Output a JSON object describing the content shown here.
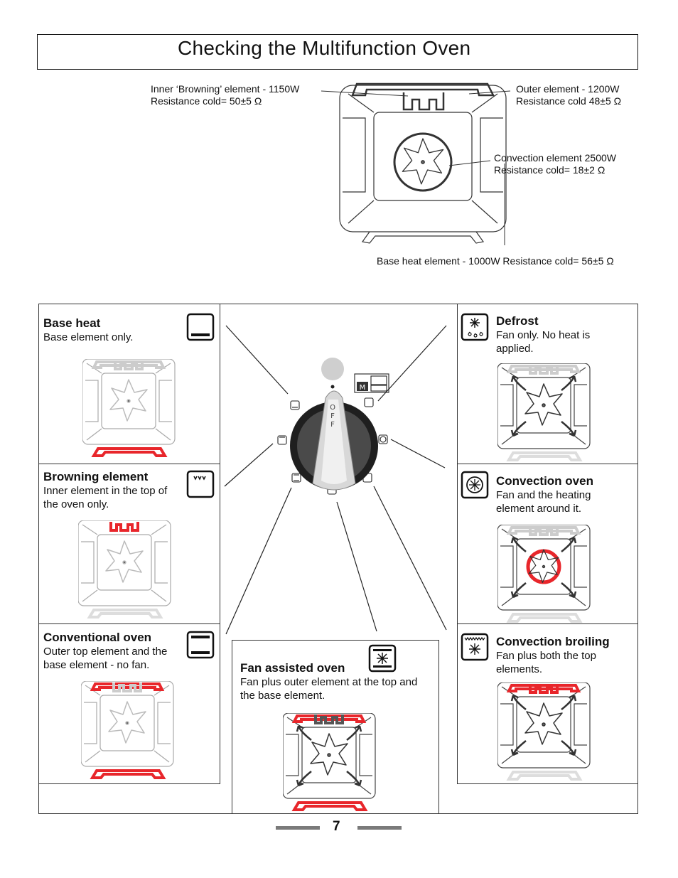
{
  "page": {
    "title": "Checking the Multifunction Oven",
    "number": "7"
  },
  "diagram": {
    "inner_element": {
      "line1": "Inner ‘Browning’ element - 1150W",
      "line2": "Resistance cold= 50±5 Ω"
    },
    "outer_element": {
      "line1": "Outer element - 1200W",
      "line2": "Resistance cold 48±5 Ω"
    },
    "convection_element": {
      "line1": "Convection element 2500W",
      "line2": "Resistance cold= 18±2 Ω"
    },
    "base_element": {
      "line1": "Base heat element - 1000W Resistance cold= 56±5 Ω"
    }
  },
  "knob": {
    "off_label": [
      "O",
      "F",
      "F"
    ],
    "mode_label": "M"
  },
  "functions": [
    {
      "id": "base-heat",
      "title": "Base heat",
      "desc": "Base element only."
    },
    {
      "id": "browning",
      "title": "Browning element",
      "desc": "Inner element in the top of the oven only."
    },
    {
      "id": "conventional",
      "title": "Conventional oven",
      "desc": "Outer top element and the base element - no fan."
    },
    {
      "id": "fan-assisted",
      "title": "Fan assisted oven",
      "desc": "Fan plus outer element at the top and the base element."
    },
    {
      "id": "defrost",
      "title": "Defrost",
      "desc": "Fan only. No heat is applied."
    },
    {
      "id": "convection",
      "title": "Convection oven",
      "desc": "Fan and the heating element around it."
    },
    {
      "id": "convection-broiling",
      "title": "Convection broiling",
      "desc": "Fan plus both the top elements."
    }
  ],
  "colors": {
    "active_element": "#e8262b",
    "inactive": "#cfcfcf",
    "line": "#222222"
  }
}
